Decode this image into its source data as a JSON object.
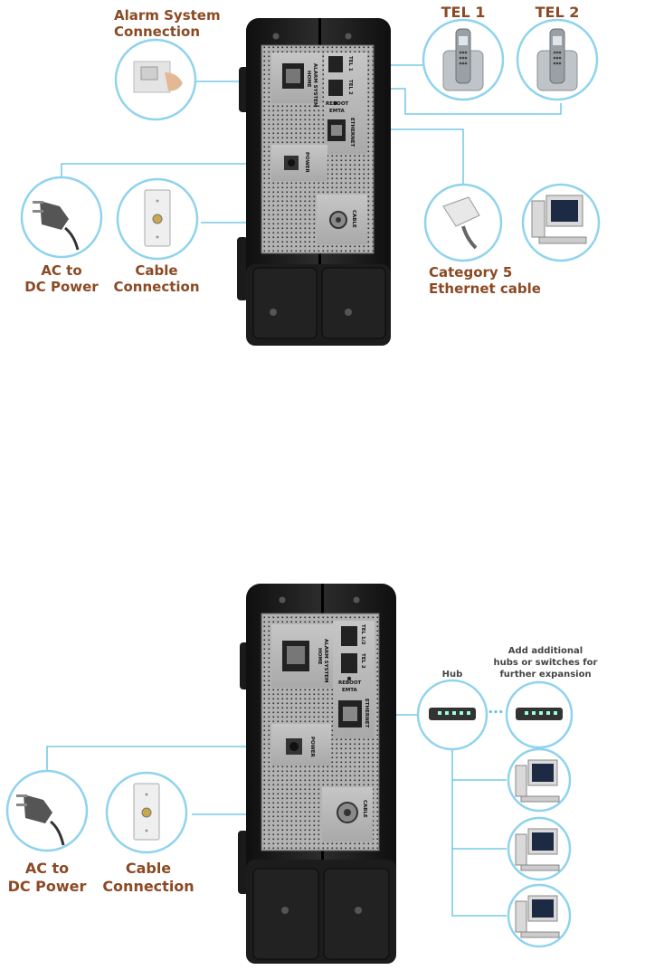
{
  "top": {
    "alarm_label_1": "Alarm System",
    "alarm_label_2": "Connection",
    "tel1_label": "TEL 1",
    "tel2_label": "TEL 2",
    "ac_label_1": "AC to",
    "ac_label_2": "DC Power",
    "cable_label_1": "Cable",
    "cable_label_2": "Connection",
    "ethernet_label_1": "Category 5",
    "ethernet_label_2": "Ethernet cable",
    "port_home": "HOME",
    "port_alarm": "ALARM SYSTEM",
    "port_tel1": "TEL 1",
    "port_tel2": "TEL 2",
    "port_reboot": "REBOOT",
    "port_emta": "EMTA",
    "port_ethernet": "ETHERNET",
    "port_power": "POWER",
    "port_cable": "CABLE"
  },
  "bottom": {
    "hub_label": "Hub",
    "add_label_1": "Add additional",
    "add_label_2": "hubs or switches for",
    "add_label_3": "further expansion",
    "ac_label_1": "AC to",
    "ac_label_2": "DC Power",
    "cable_label_1": "Cable",
    "cable_label_2": "Connection",
    "ellipsis": "•••",
    "port_home": "HOME",
    "port_alarm": "ALARM SYSTEM",
    "port_tel1": "TEL 1/2",
    "port_tel2": "TEL 2",
    "port_reboot": "REBOOT",
    "port_emta": "EMTA",
    "port_ethernet": "ETHERNET",
    "port_power": "POWER",
    "port_cable": "CABLE"
  },
  "colors": {
    "label": "#8b4a24",
    "line": "#5bbfe0",
    "circle_border": "#8fd3ee",
    "device_body": "#1e1e1e",
    "panel": "#b5b5b5"
  }
}
